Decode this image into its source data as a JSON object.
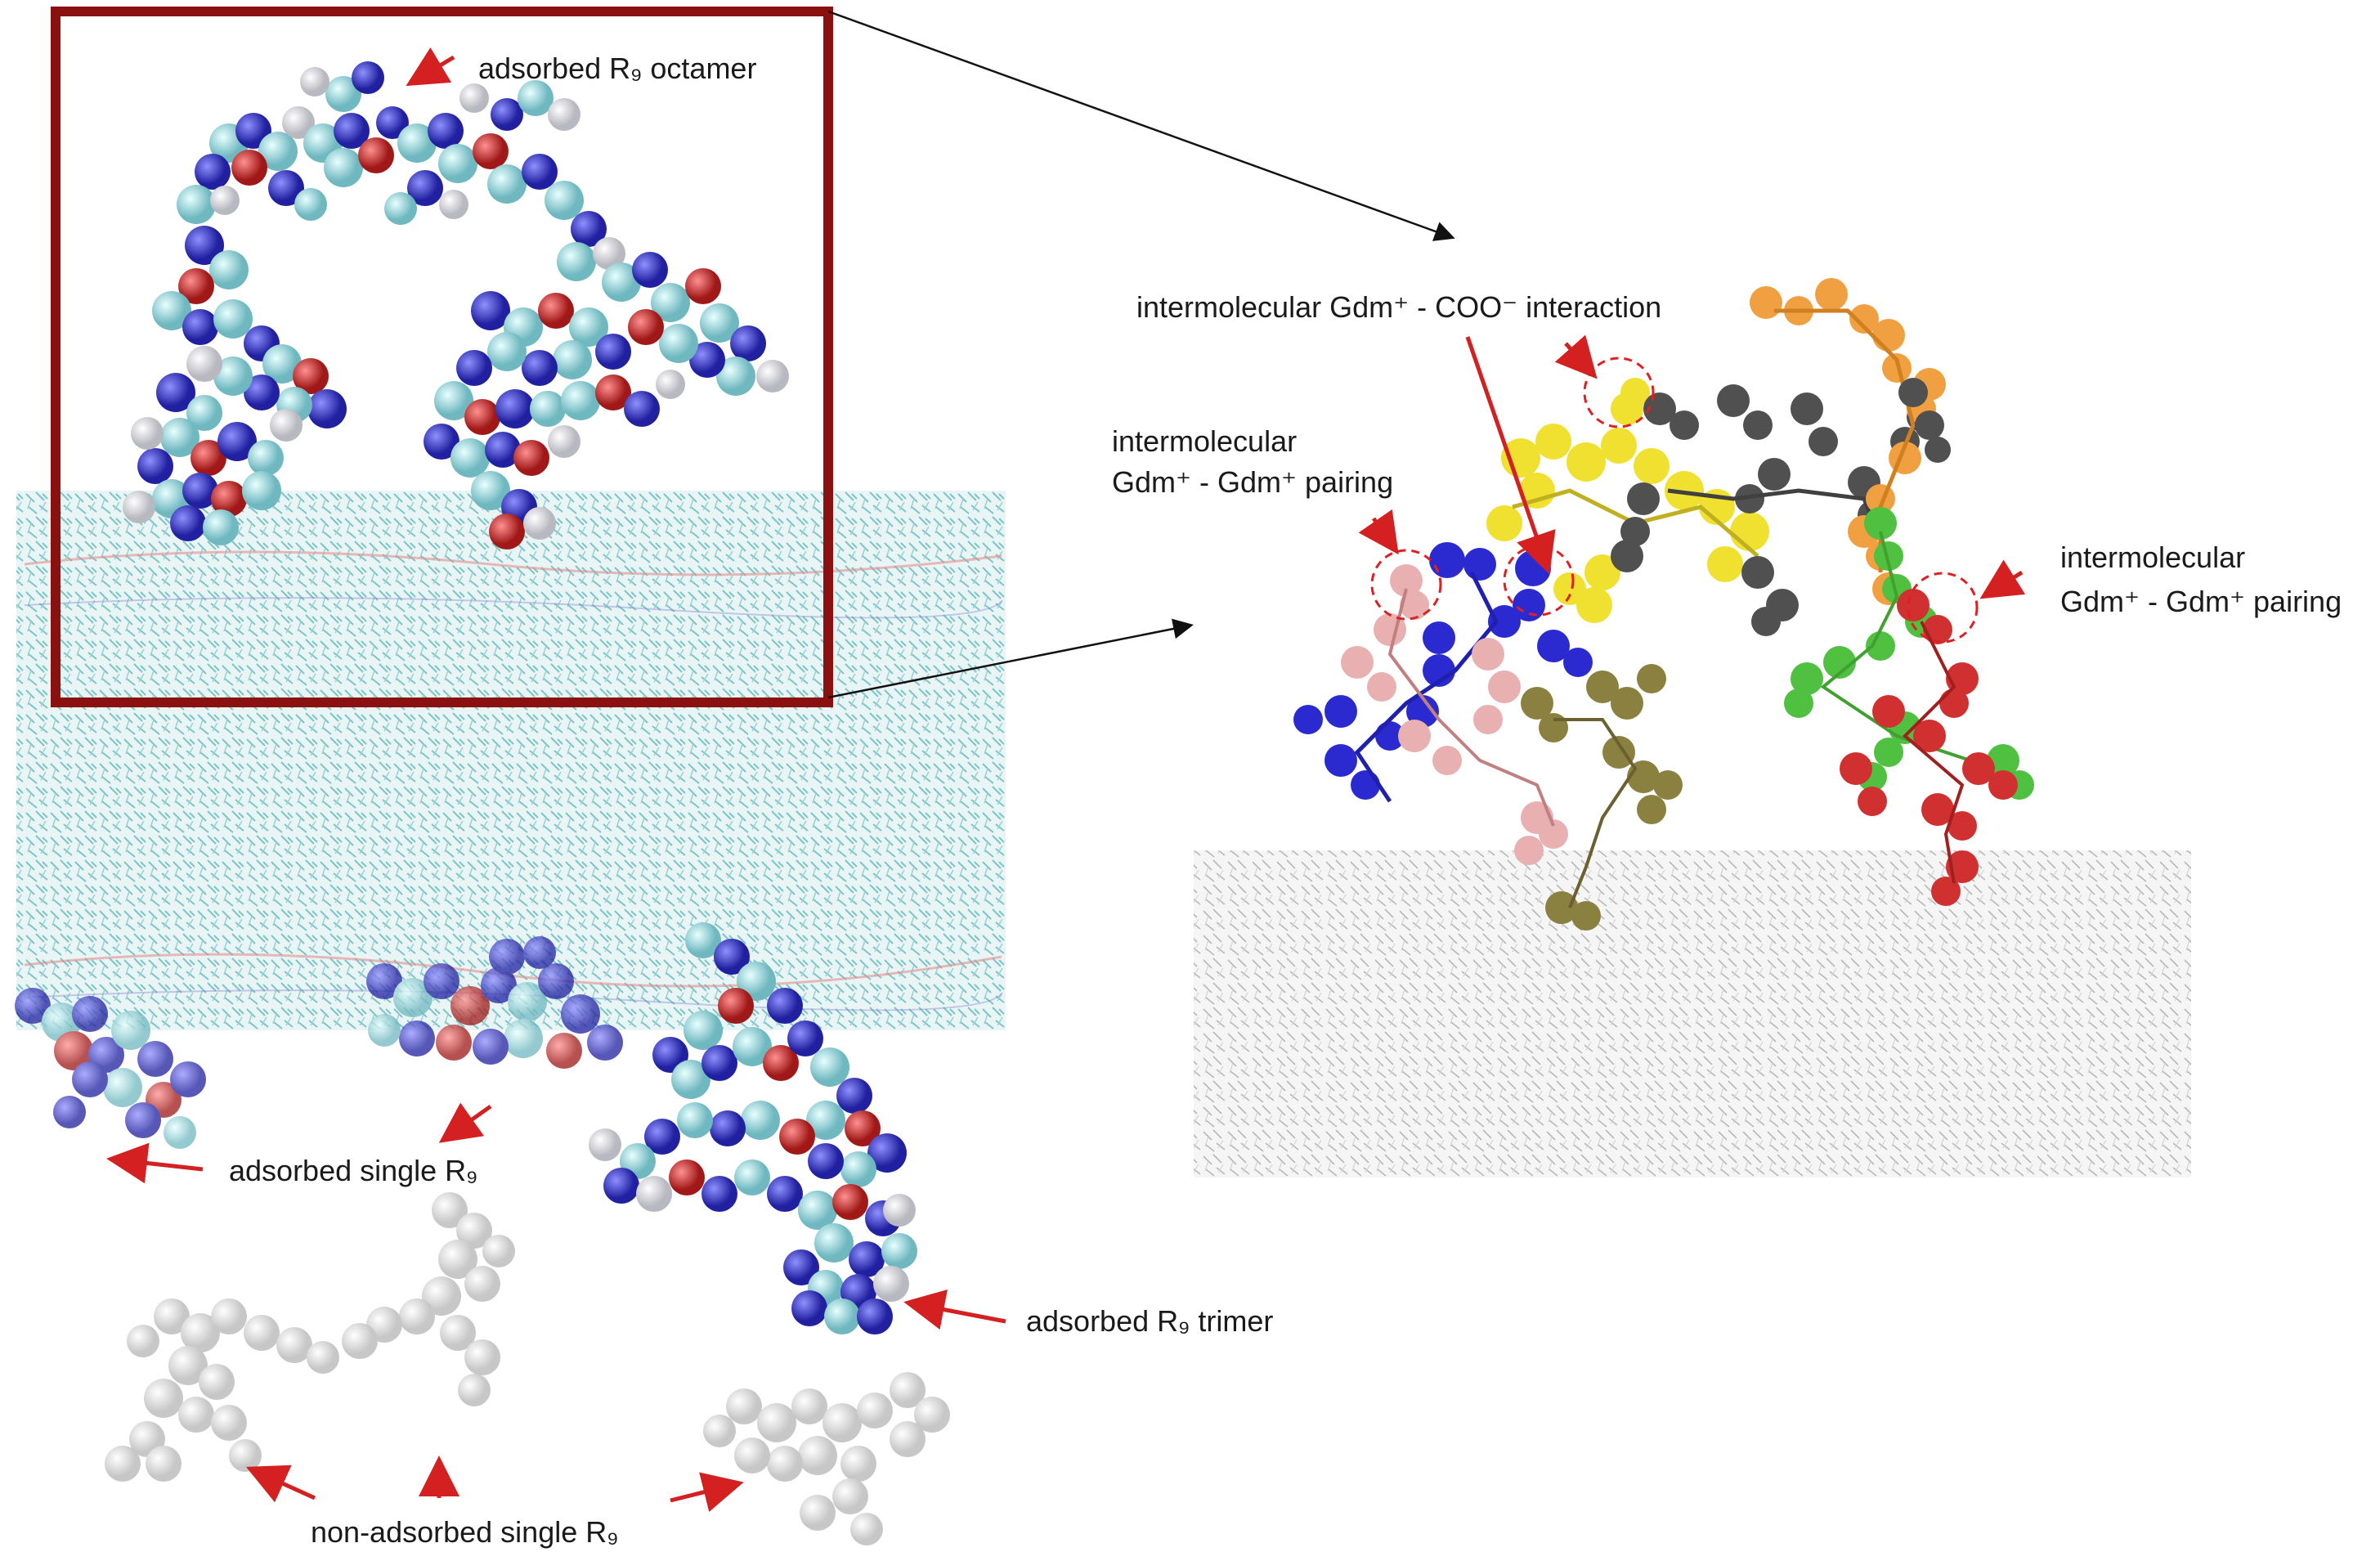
{
  "labels": {
    "octamer": "adsorbed R₉ octamer",
    "single_adsorbed": "adsorbed single R₉",
    "trimer": "adsorbed R₉ trimer",
    "non_adsorbed": "non-adsorbed  single R₉",
    "coo_interaction": "intermolecular Gdm⁺ - COO⁻ interaction",
    "pairing_left_1": "intermolecular",
    "pairing_left_2": "Gdm⁺ - Gdm⁺ pairing",
    "pairing_right_1": "intermolecular",
    "pairing_right_2": "Gdm⁺ - Gdm⁺ pairing"
  },
  "colors": {
    "frame": "#8b1010",
    "arrow_red": "#d42020",
    "arrow_black": "#111111",
    "atom_carbon": "#8fd3d8",
    "atom_nitrogen": "#3a3ad0",
    "atom_oxygen": "#d03030",
    "atom_hydrogen": "#f2f2f2",
    "chain_yellow": "#f0e030",
    "chain_orange": "#f0a040",
    "chain_gray": "#505050",
    "chain_blue": "#2a2ad0",
    "chain_pink": "#e8b0b0",
    "chain_olive": "#8a8040",
    "chain_green": "#50c040",
    "chain_red": "#d03030"
  }
}
